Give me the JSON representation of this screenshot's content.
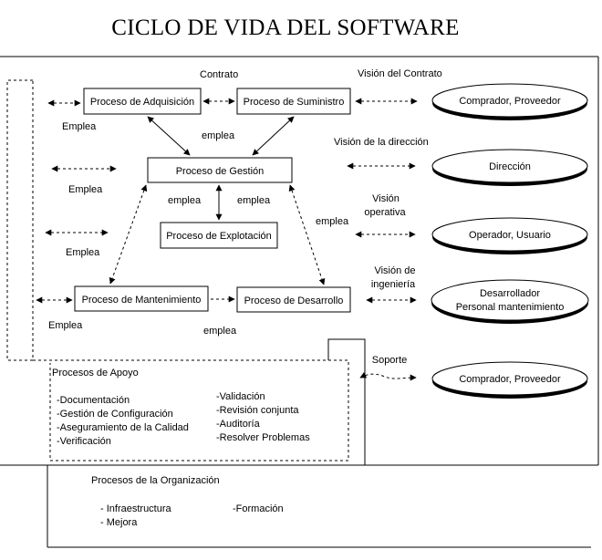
{
  "title": "CICLO DE VIDA DEL SOFTWARE",
  "processes": {
    "adquisicion": "Proceso de Adquisición",
    "suministro": "Proceso de Suministro",
    "gestion": "Proceso de Gestión",
    "explotacion": "Proceso de Explotación",
    "mantenimiento": "Proceso de Mantenimiento",
    "desarrollo": "Proceso de Desarrollo"
  },
  "labels": {
    "contrato": "Contrato",
    "emplea": "emplea",
    "emplea_cap": "Empleа"
  },
  "views": {
    "contrato": "Visión del Contrato",
    "direccion": "Visión de la dirección",
    "operativa_1": "Visión",
    "operativa_2": "operativa",
    "ingenieria_1": "Visión de",
    "ingenieria_2": "ingeniería",
    "soporte": "Soporte"
  },
  "actors": {
    "comprador_1": "Comprador, Proveedor",
    "direccion": "Dirección",
    "operador": "Operador, Usuario",
    "desarrollador_1": "Desarrollador",
    "desarrollador_2": "Personal mantenimiento",
    "comprador_2": "Comprador, Proveedor"
  },
  "apoyo": {
    "title": "Procesos de Apoyo",
    "left": [
      "-Documentación",
      "-Gestión de Configuración",
      "-Aseguramiento de la Calidad",
      "-Verificación"
    ],
    "right": [
      "-Validación",
      "-Revisión conjunta",
      "-Auditoría",
      "-Resolver Problemas"
    ]
  },
  "organizacion": {
    "title": "Procesos de la Organización",
    "left": [
      "- Infraestructura",
      "- Mejora"
    ],
    "right": [
      "-Formación"
    ]
  }
}
